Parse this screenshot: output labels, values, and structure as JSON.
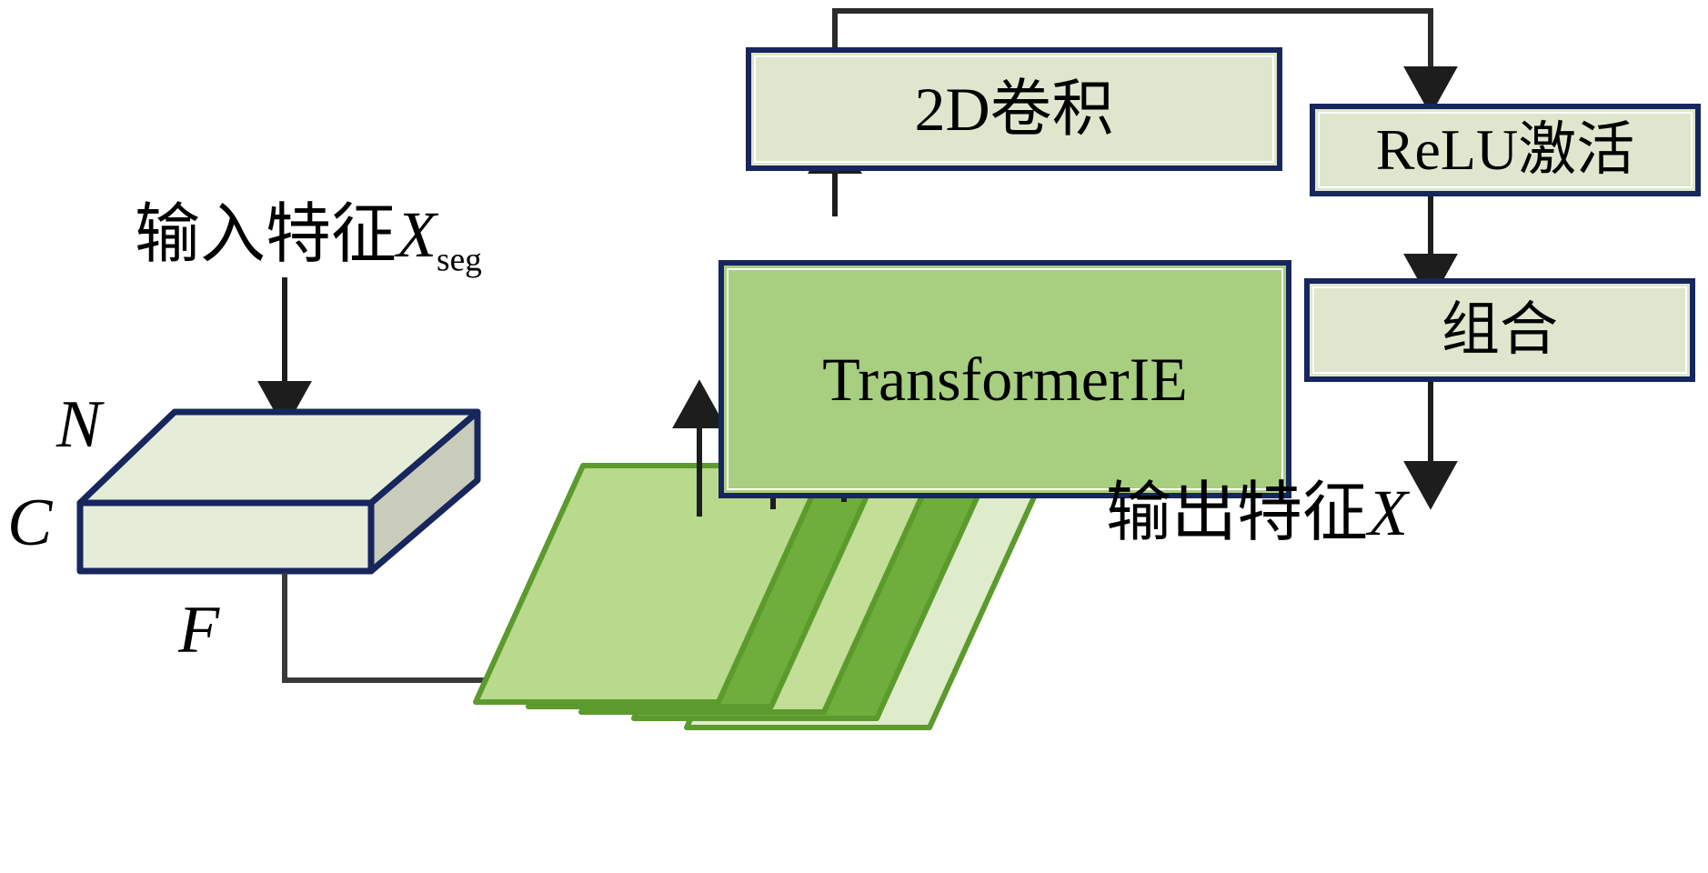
{
  "diagram": {
    "title": "TransformerIE feature processing block diagram",
    "colors": {
      "box_border": "#17265c",
      "box_fill_light": "#dee7cd",
      "box_fill_mid": "#a8ce80",
      "slice_light": "#b9d98c",
      "slice_dark": "#6fad3c",
      "slice_edge": "#5c9a2e",
      "arrow": "#262626",
      "background": "#ffffff"
    },
    "boxes": [
      {
        "id": "conv2d",
        "label": "2D卷积",
        "fill": "light"
      },
      {
        "id": "transformer",
        "label": "TransformerIE",
        "fill": "mid"
      },
      {
        "id": "relu",
        "label": "ReLU激活",
        "fill": "light"
      },
      {
        "id": "combine",
        "label": "组合",
        "fill": "light"
      }
    ],
    "labels": {
      "input_feature": "输入特征",
      "input_feature_var": "X",
      "input_feature_sub": "seg",
      "output_feature": "输出特征",
      "output_feature_var": "X",
      "dim_n": "N",
      "dim_c": "C",
      "dim_f": "F"
    },
    "tensor_block": {
      "name": "input-feature-tensor",
      "axis_labels": [
        "N",
        "C"
      ]
    },
    "feature_slices": {
      "count": 5,
      "shades": [
        "light",
        "dark",
        "light",
        "dark",
        "light"
      ]
    },
    "connections": [
      {
        "from": "input-feature-label",
        "to": "tensor-block",
        "style": "arrow-down"
      },
      {
        "from": "tensor-block",
        "to": "feature-slices",
        "style": "elbow-right",
        "label": "F"
      },
      {
        "from": "feature-slices",
        "to": "transformer",
        "style": "arrow-up-multi",
        "count": 5
      },
      {
        "from": "transformer",
        "to": "conv2d",
        "style": "arrow-up"
      },
      {
        "from": "conv2d",
        "to": "relu",
        "style": "elbow-over-top"
      },
      {
        "from": "relu",
        "to": "combine",
        "style": "arrow-down"
      },
      {
        "from": "combine",
        "to": "output-feature-label",
        "style": "arrow-down"
      }
    ]
  }
}
